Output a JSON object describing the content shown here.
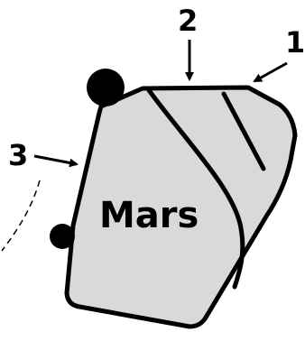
{
  "body": {
    "name": "Mars",
    "fill": "#d9d9d9"
  },
  "callouts": [
    {
      "id": "1",
      "label": "1"
    },
    {
      "id": "2",
      "label": "2"
    },
    {
      "id": "3",
      "label": "3"
    }
  ],
  "colors": {
    "stroke": "#000000",
    "background": "#ffffff"
  }
}
